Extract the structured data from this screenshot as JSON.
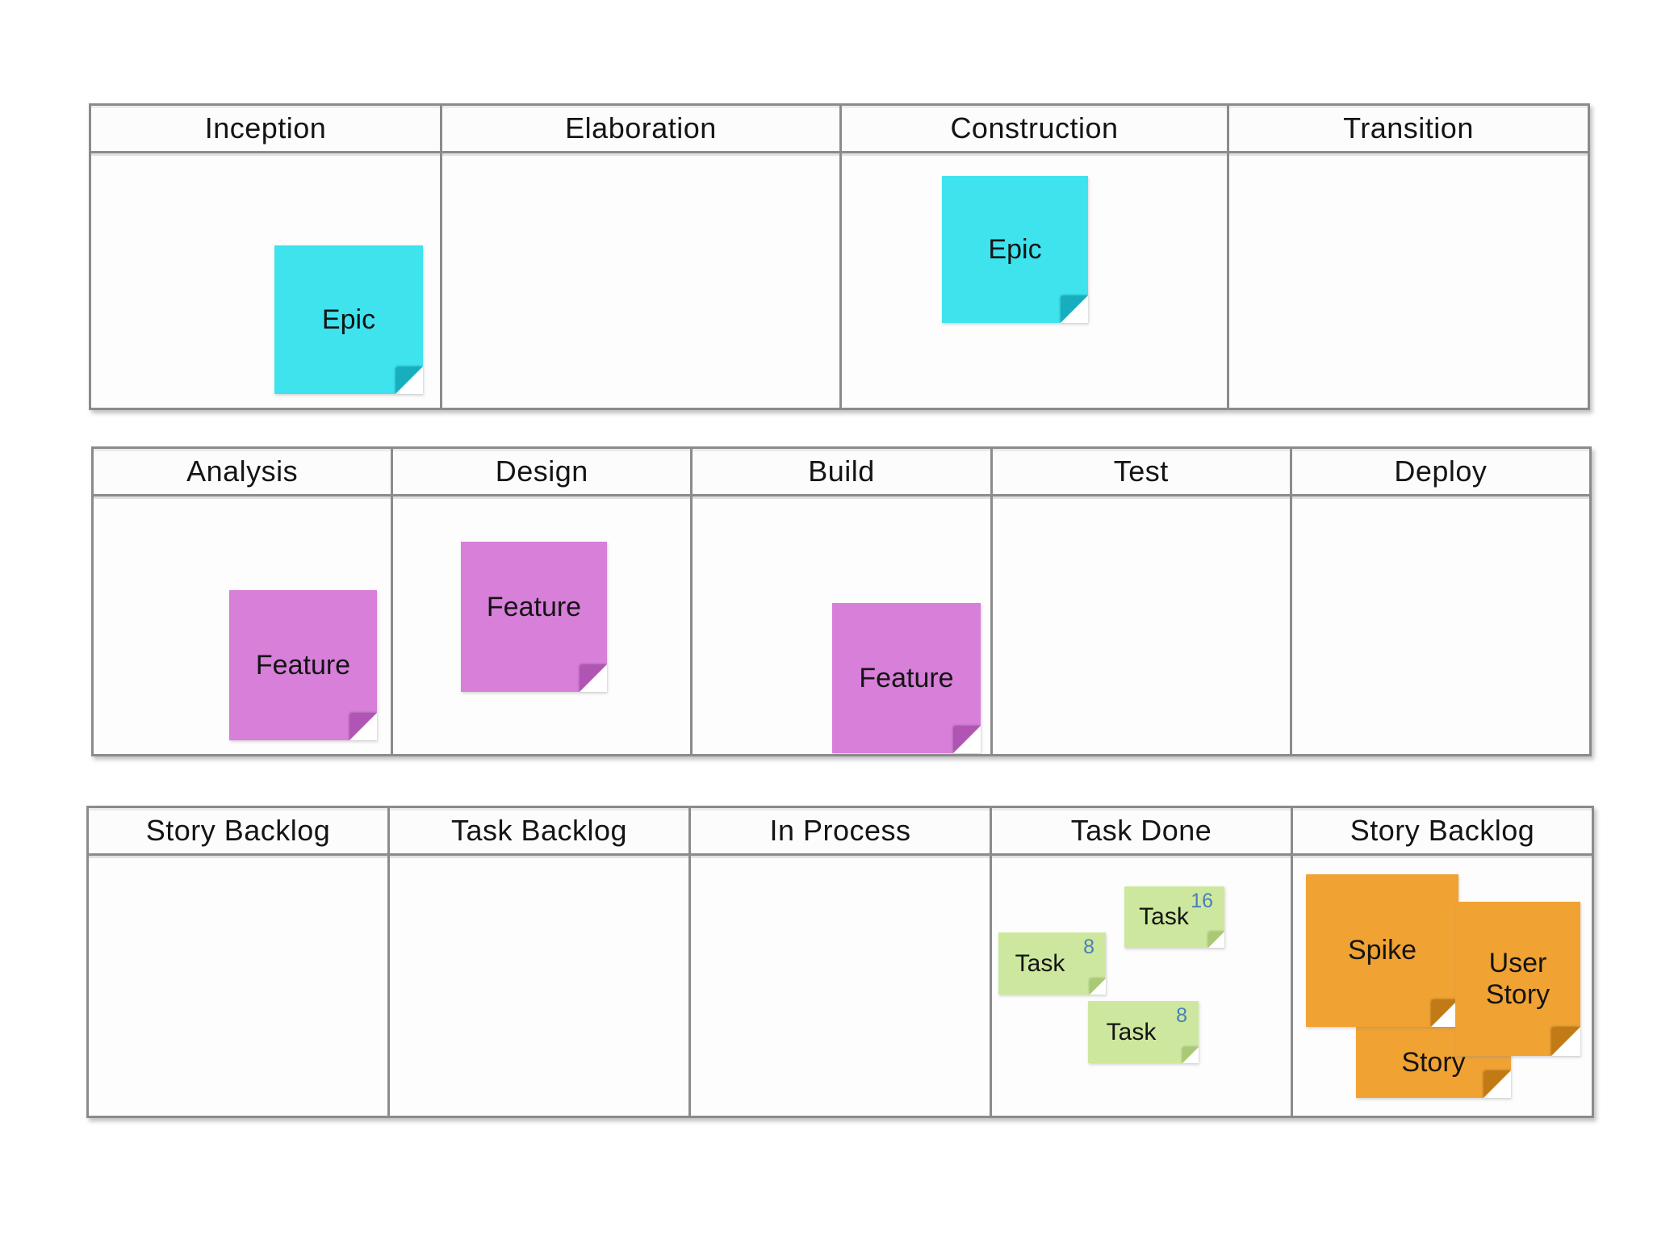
{
  "boards": [
    {
      "name": "lifecycle-board",
      "columns": [
        "Inception",
        "Elaboration",
        "Construction",
        "Transition"
      ]
    },
    {
      "name": "delivery-board",
      "columns": [
        "Analysis",
        "Design",
        "Build",
        "Test",
        "Deploy"
      ]
    },
    {
      "name": "kanban-board",
      "columns": [
        "Story Backlog",
        "Task Backlog",
        "In Process",
        "Task Done",
        "Story Backlog"
      ]
    }
  ],
  "notes": {
    "epic_inception": {
      "label": "Epic"
    },
    "epic_construction": {
      "label": "Epic"
    },
    "feature_analysis": {
      "label": "Feature"
    },
    "feature_design": {
      "label": "Feature"
    },
    "feature_build": {
      "label": "Feature"
    },
    "task_16": {
      "label": "Task",
      "points": "16"
    },
    "task_8a": {
      "label": "Task",
      "points": "8"
    },
    "task_8b": {
      "label": "Task",
      "points": "8"
    },
    "spike": {
      "label": "Spike"
    },
    "user_story": {
      "label": "User Story"
    },
    "story": {
      "label": "Story"
    }
  },
  "colors": {
    "epic": {
      "bg": "#3EE3EE",
      "fold": "#17AEC0"
    },
    "feature": {
      "bg": "#D77FD9",
      "fold": "#B055B4"
    },
    "task": {
      "bg": "#CDE89E",
      "fold": "#A9C975"
    },
    "story": {
      "bg": "#F0A233",
      "fold": "#C17A15"
    },
    "task_points_text": "#4A7EBB",
    "board_border": "#8B8B8B"
  }
}
